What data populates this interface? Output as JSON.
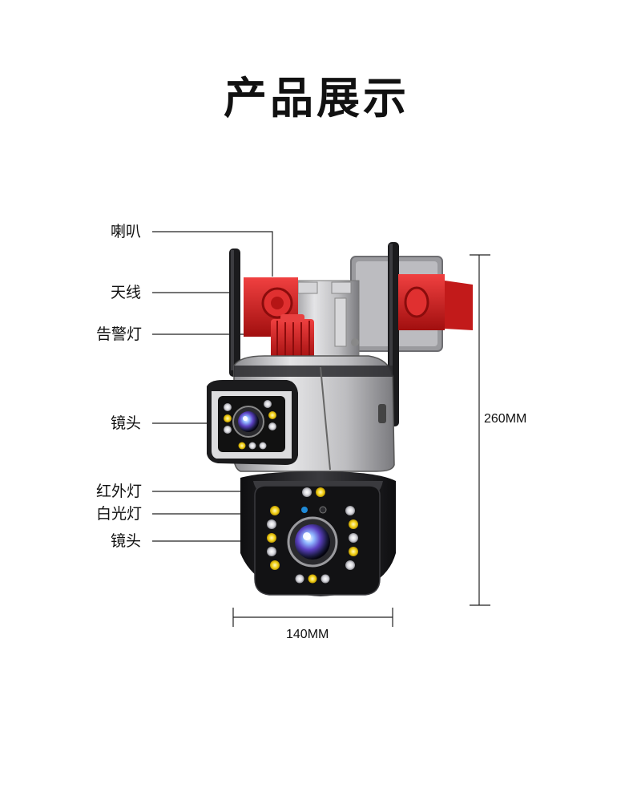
{
  "title": "产品展示",
  "callouts": {
    "speaker": "喇叭",
    "antenna": "天线",
    "alarm_light": "告警灯",
    "lens_upper": "镜头",
    "infrared_light": "红外灯",
    "white_light": "白光灯",
    "lens_lower": "镜头"
  },
  "dimensions": {
    "height": "260MM",
    "width": "140MM"
  },
  "colors": {
    "alarm_red": "#d81e1e",
    "body_silver": "#b9b9bb",
    "body_dark": "#1b1b1d",
    "led_yellow": "#f3d21a"
  }
}
